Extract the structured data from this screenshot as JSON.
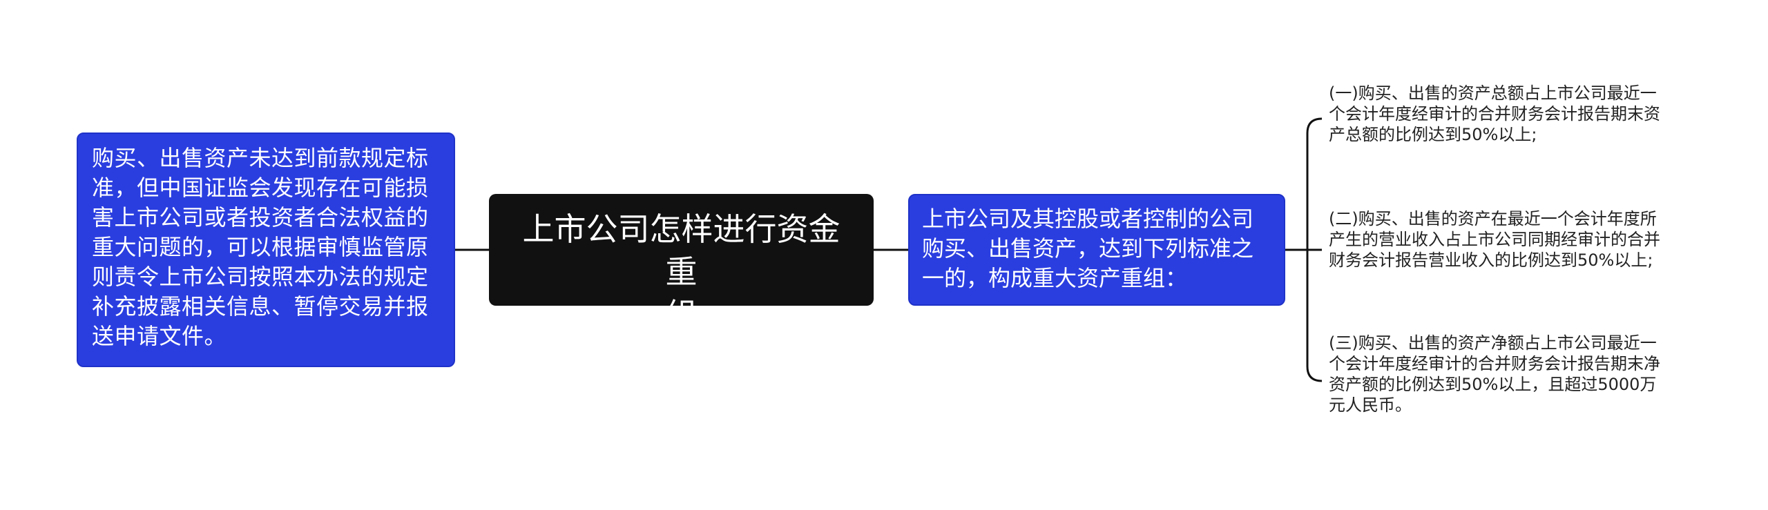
{
  "diagram": {
    "root": {
      "label": "上市公司怎样进行资金重\n组"
    },
    "left_branch": {
      "text": "购买、出售资产未达到前款规定标\n准，但中国证监会发现存在可能损\n害上市公司或者投资者合法权益的\n重大问题的，可以根据审慎监管原\n则责令上市公司按照本办法的规定\n补充披露相关信息、暂停交易并报\n送申请文件。"
    },
    "right_branch": {
      "text": "上市公司及其控股或者控制的公司\n购买、出售资产，达到下列标准之\n一的，构成重大资产重组：",
      "children": [
        {
          "text": "(一)购买、出售的资产总额占上市公司最近一\n个会计年度经审计的合并财务会计报告期末资\n产总额的比例达到50%以上;"
        },
        {
          "text": "(二)购买、出售的资产在最近一个会计年度所\n产生的营业收入占上市公司同期经审计的合并\n财务会计报告营业收入的比例达到50%以上;"
        },
        {
          "text": "(三)购买、出售的资产净额占上市公司最近一\n个会计年度经审计的合并财务会计报告期末净\n资产额的比例达到50%以上，且超过5000万\n元人民币。"
        }
      ]
    },
    "colors": {
      "branch_fill": "#2a3ee0",
      "root_fill": "#111111",
      "connector": "#111111",
      "leaf_text": "#222222"
    }
  }
}
